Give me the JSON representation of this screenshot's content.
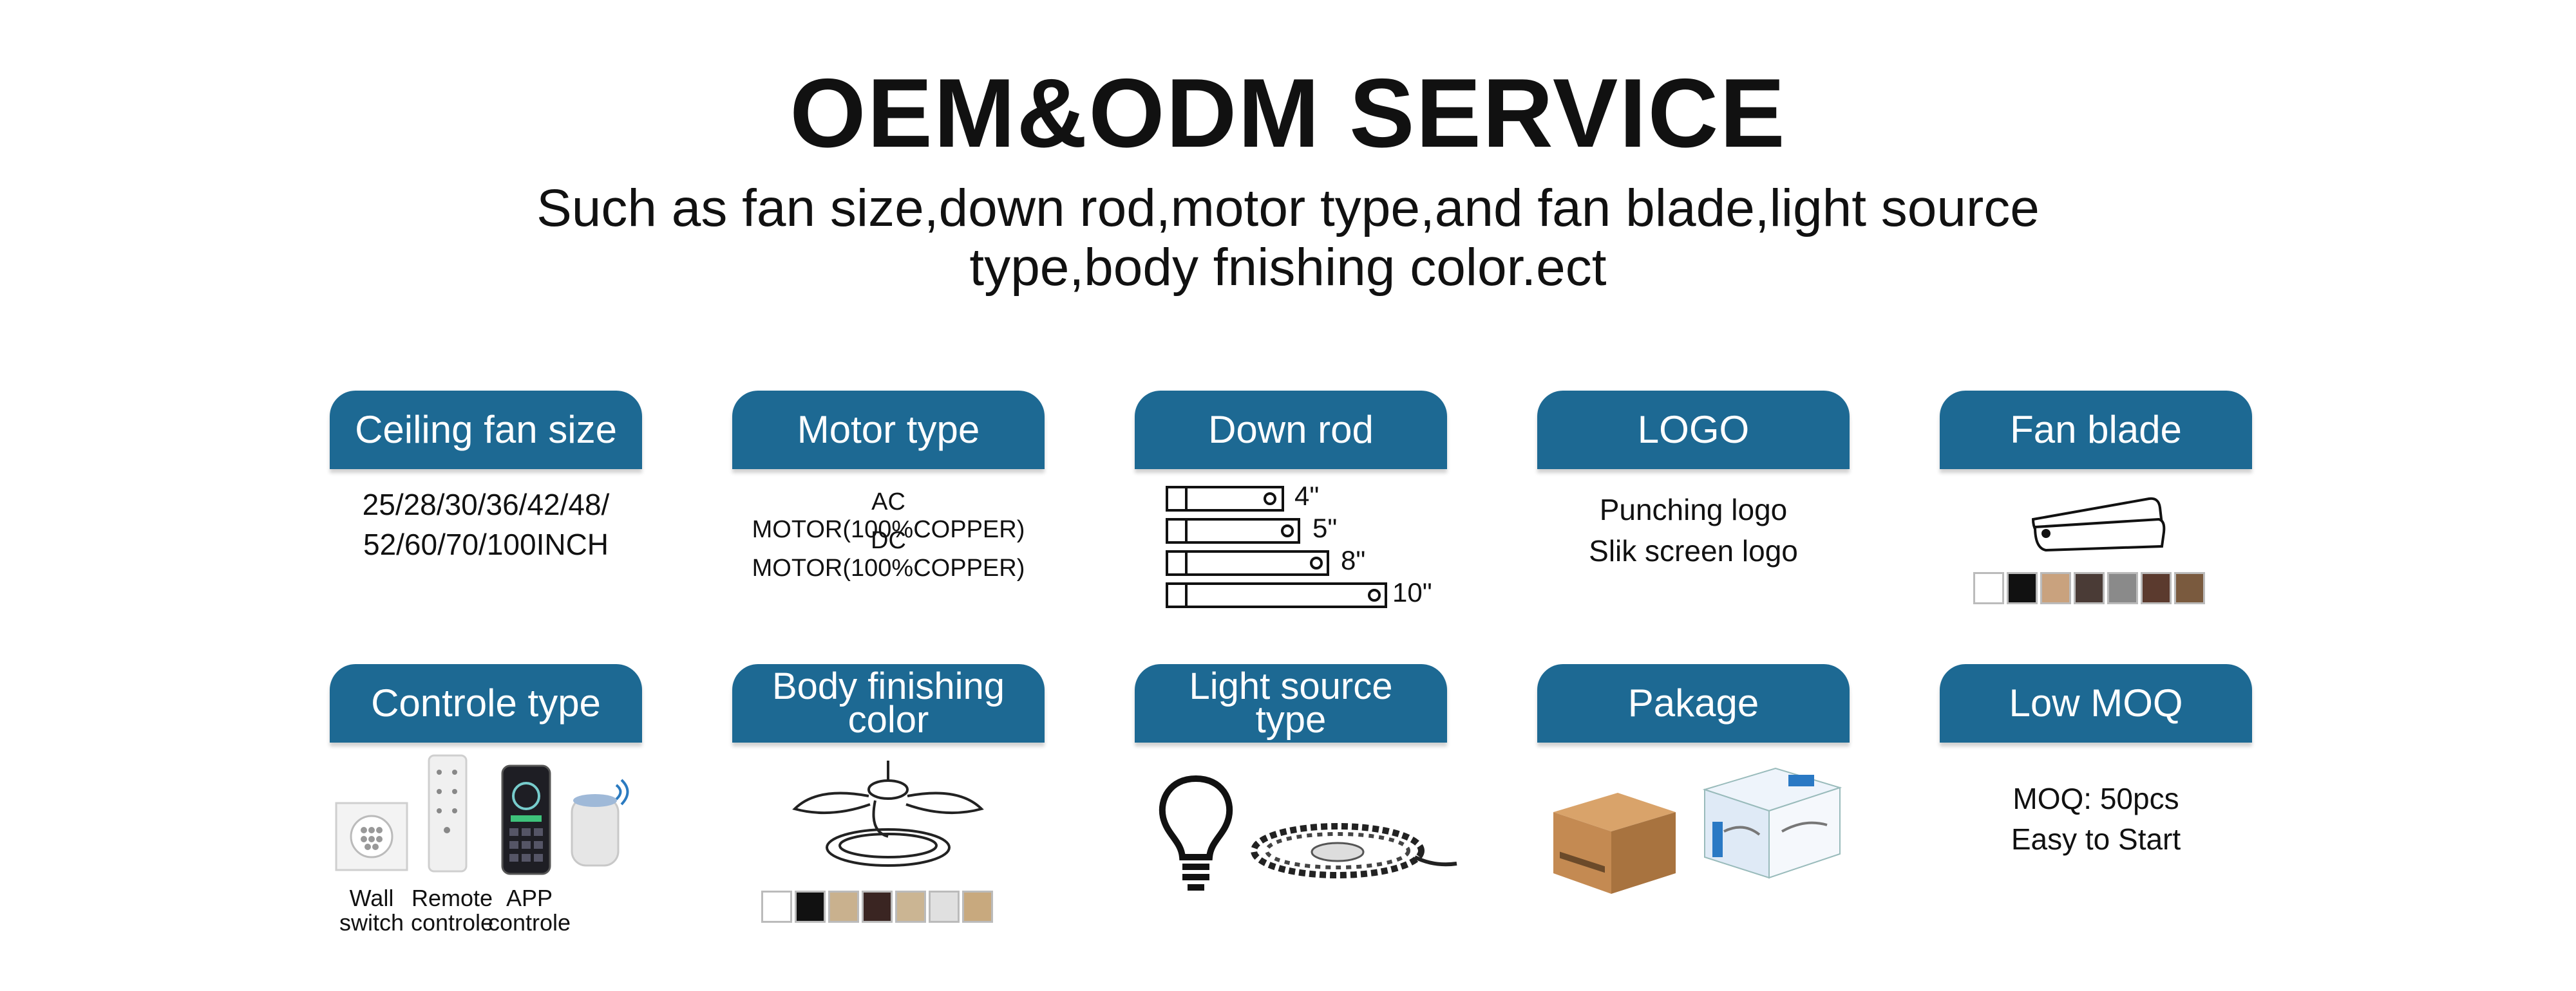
{
  "header": {
    "title": "OEM&ODM SERVICE",
    "subtitle_line1": "Such as fan size,down rod,motor type,and fan blade,light source",
    "subtitle_line2": "type,body fnishing color.ect"
  },
  "cards": {
    "fan_size": {
      "tab": "Ceiling fan size",
      "line1": "25/28/30/36/42/48/",
      "line2": "52/60/70/100INCH"
    },
    "motor_type": {
      "tab": "Motor type",
      "line1": "AC MOTOR(100%COPPER)",
      "line2": "DC MOTOR(100%COPPER)"
    },
    "down_rod": {
      "tab": "Down rod",
      "sizes": [
        "4\"",
        "5\"",
        "8\"",
        "10\""
      ]
    },
    "logo": {
      "tab": "LOGO",
      "line1": "Punching logo",
      "line2": "Slik screen logo"
    },
    "fan_blade": {
      "tab": "Fan blade",
      "swatch_colors": [
        "#ffffff",
        "#111111",
        "#c9a27e",
        "#4a3b36",
        "#8a8a8a",
        "#5b3a2e",
        "#7a5a3e"
      ]
    },
    "controle_type": {
      "tab": "Controle type",
      "labels": [
        {
          "l1": "Wall",
          "l2": "switch"
        },
        {
          "l1": "Remote",
          "l2": "controle"
        },
        {
          "l1": "APP",
          "l2": "controle"
        }
      ]
    },
    "body_color": {
      "tab_l1": "Body finishing",
      "tab_l2": "color",
      "swatch_colors": [
        "#ffffff",
        "#111111",
        "#c9b18e",
        "#3a2522",
        "#cbb593",
        "#e0e0e0",
        "#c8a97e"
      ]
    },
    "light_source": {
      "tab_l1": "Light source",
      "tab_l2": "type"
    },
    "pakage": {
      "tab": "Pakage"
    },
    "low_moq": {
      "tab": "Low MOQ",
      "line1": "MOQ: 50pcs",
      "line2": "Easy to Start"
    }
  },
  "colors": {
    "tab_blue": "#1d6993",
    "box_brown": "#c48a52"
  }
}
